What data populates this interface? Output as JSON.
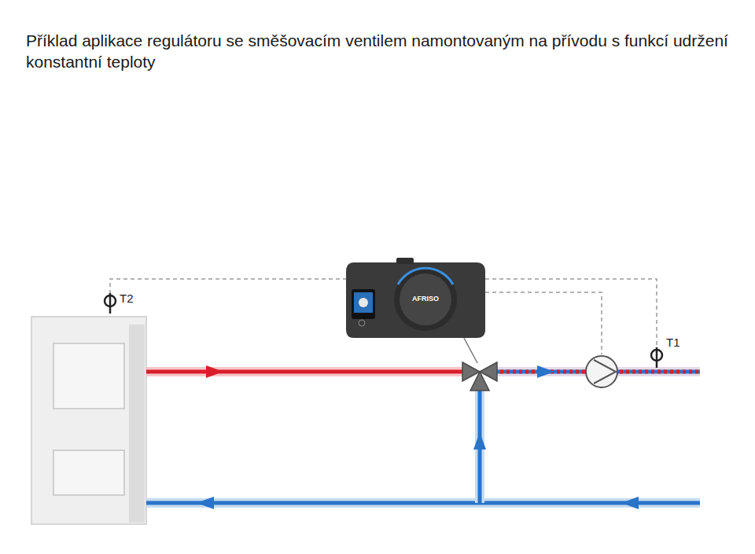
{
  "diagram": {
    "title": "Příklad aplikace regulátoru se směšovacím ventilem namontovaným na přívodu s funkcí udržení konstantní teploty",
    "labels": [
      "T2",
      "T1",
      "AFRISO"
    ]
  }
}
